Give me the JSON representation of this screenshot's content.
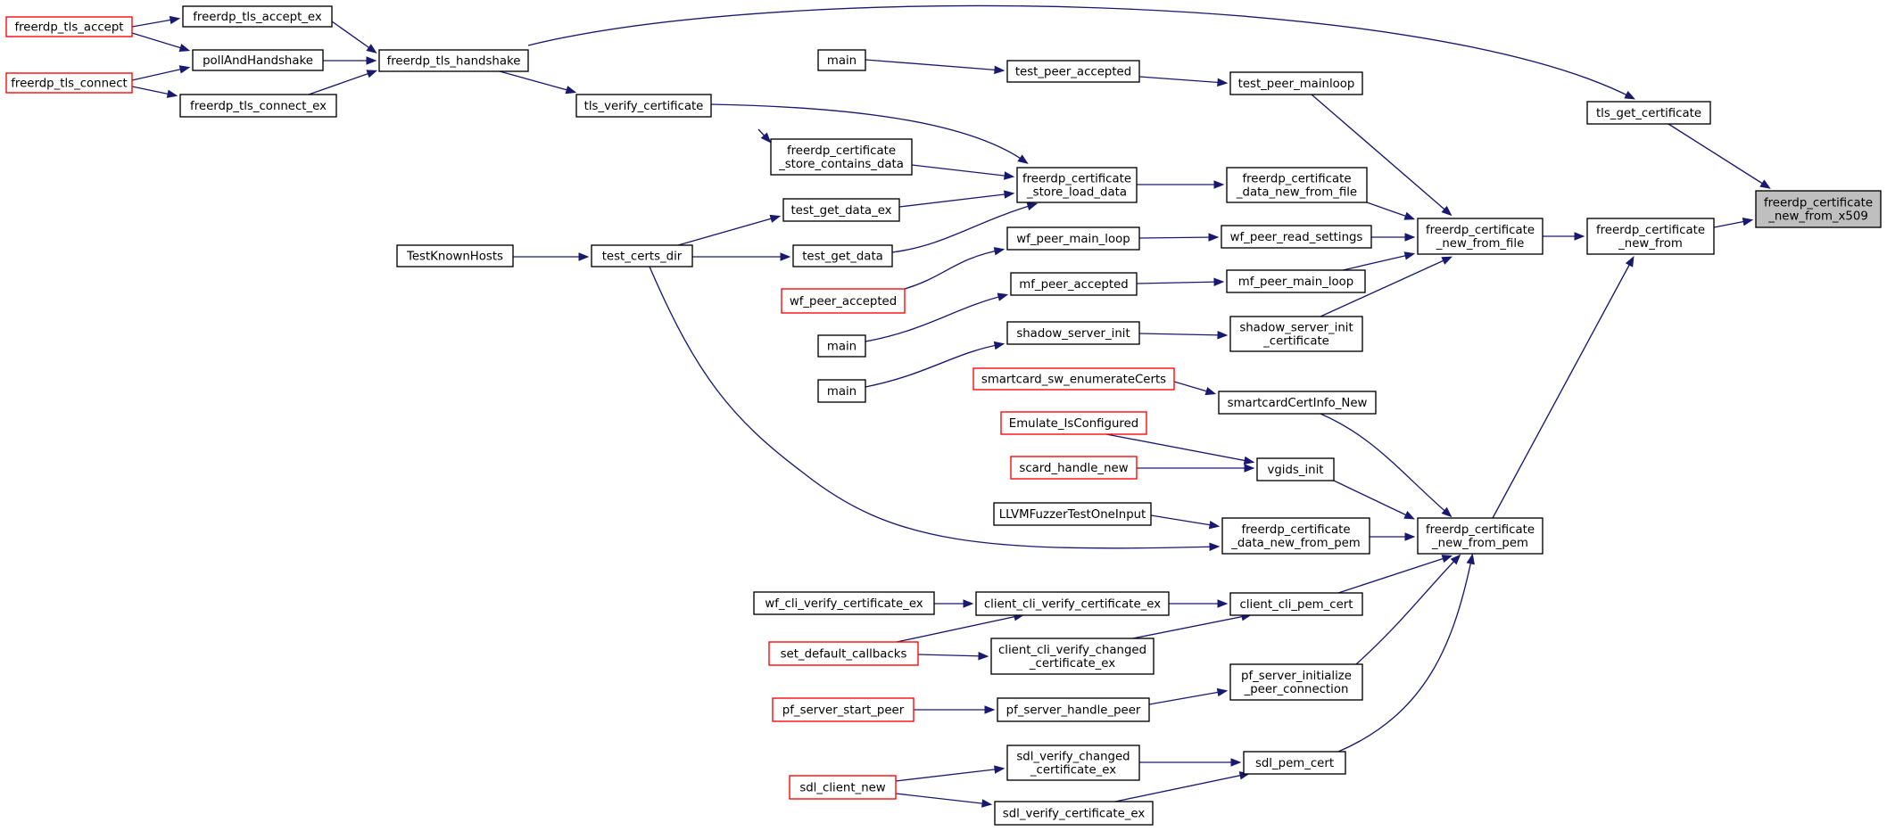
{
  "colors": {
    "edge": "#191970",
    "truncated_border": "#ff0000",
    "normal_border": "#000000",
    "focus_fill": "#bfbfbf",
    "background": "#ffffff"
  },
  "nodes": [
    {
      "id": "n_tls_accept",
      "lines": [
        "freerdp_tls_accept"
      ],
      "truncated": true
    },
    {
      "id": "n_tls_connect",
      "lines": [
        "freerdp_tls_connect"
      ],
      "truncated": true
    },
    {
      "id": "n_tls_accept_ex",
      "lines": [
        "freerdp_tls_accept_ex"
      ]
    },
    {
      "id": "n_pollandhandshake",
      "lines": [
        "pollAndHandshake"
      ]
    },
    {
      "id": "n_tls_connect_ex",
      "lines": [
        "freerdp_tls_connect_ex"
      ]
    },
    {
      "id": "n_tls_handshake",
      "lines": [
        "freerdp_tls_handshake"
      ]
    },
    {
      "id": "n_tls_verify_cert",
      "lines": [
        "tls_verify_certificate"
      ]
    },
    {
      "id": "n_main1",
      "lines": [
        "main"
      ]
    },
    {
      "id": "n_test_peer_accepted",
      "lines": [
        "test_peer_accepted"
      ]
    },
    {
      "id": "n_test_peer_mainloop",
      "lines": [
        "test_peer_mainloop"
      ]
    },
    {
      "id": "n_tls_get_certificate",
      "lines": [
        "tls_get_certificate"
      ]
    },
    {
      "id": "n_store_contains",
      "lines": [
        "freerdp_certificate",
        "_store_contains_data"
      ]
    },
    {
      "id": "n_store_load",
      "lines": [
        "freerdp_certificate",
        "_store_load_data"
      ]
    },
    {
      "id": "n_data_new_from_file",
      "lines": [
        "freerdp_certificate",
        "_data_new_from_file"
      ]
    },
    {
      "id": "n_test_get_data_ex",
      "lines": [
        "test_get_data_ex"
      ]
    },
    {
      "id": "n_testknownhosts",
      "lines": [
        "TestKnownHosts"
      ]
    },
    {
      "id": "n_test_certs_dir",
      "lines": [
        "test_certs_dir"
      ]
    },
    {
      "id": "n_test_get_data",
      "lines": [
        "test_get_data"
      ]
    },
    {
      "id": "n_wf_peer_main_loop",
      "lines": [
        "wf_peer_main_loop"
      ]
    },
    {
      "id": "n_wf_peer_read_settings",
      "lines": [
        "wf_peer_read_settings"
      ]
    },
    {
      "id": "n_new_from_file",
      "lines": [
        "freerdp_certificate",
        "_new_from_file"
      ]
    },
    {
      "id": "n_new_from",
      "lines": [
        "freerdp_certificate",
        "_new_from"
      ]
    },
    {
      "id": "n_new_from_x509",
      "lines": [
        "freerdp_certificate",
        "_new_from_x509"
      ],
      "focus": true
    },
    {
      "id": "n_wf_peer_accepted",
      "lines": [
        "wf_peer_accepted"
      ],
      "truncated": true
    },
    {
      "id": "n_mf_peer_accepted",
      "lines": [
        "mf_peer_accepted"
      ]
    },
    {
      "id": "n_mf_peer_main_loop",
      "lines": [
        "mf_peer_main_loop"
      ]
    },
    {
      "id": "n_main2",
      "lines": [
        "main"
      ]
    },
    {
      "id": "n_shadow_server_init",
      "lines": [
        "shadow_server_init"
      ]
    },
    {
      "id": "n_shadow_server_init_cert",
      "lines": [
        "shadow_server_init",
        "_certificate"
      ]
    },
    {
      "id": "n_main3",
      "lines": [
        "main"
      ]
    },
    {
      "id": "n_smartcard_sw_enum",
      "lines": [
        "smartcard_sw_enumerateCerts"
      ],
      "truncated": true
    },
    {
      "id": "n_smartcardcertinfo_new",
      "lines": [
        "smartcardCertInfo_New"
      ]
    },
    {
      "id": "n_emulate_isconfigured",
      "lines": [
        "Emulate_IsConfigured"
      ],
      "truncated": true
    },
    {
      "id": "n_scard_handle_new",
      "lines": [
        "scard_handle_new"
      ],
      "truncated": true
    },
    {
      "id": "n_vgids_init",
      "lines": [
        "vgids_init"
      ]
    },
    {
      "id": "n_llvmfuzzer",
      "lines": [
        "LLVMFuzzerTestOneInput"
      ]
    },
    {
      "id": "n_data_new_from_pem",
      "lines": [
        "freerdp_certificate",
        "_data_new_from_pem"
      ]
    },
    {
      "id": "n_new_from_pem",
      "lines": [
        "freerdp_certificate",
        "_new_from_pem"
      ]
    },
    {
      "id": "n_wf_cli_verify_cert_ex",
      "lines": [
        "wf_cli_verify_certificate_ex"
      ]
    },
    {
      "id": "n_client_cli_verify_cert_ex",
      "lines": [
        "client_cli_verify_certificate_ex"
      ]
    },
    {
      "id": "n_client_cli_pem_cert",
      "lines": [
        "client_cli_pem_cert"
      ]
    },
    {
      "id": "n_set_default_callbacks",
      "lines": [
        "set_default_callbacks"
      ],
      "truncated": true
    },
    {
      "id": "n_client_cli_verify_changed",
      "lines": [
        "client_cli_verify_changed",
        "_certificate_ex"
      ]
    },
    {
      "id": "n_pf_server_start_peer",
      "lines": [
        "pf_server_start_peer"
      ],
      "truncated": true
    },
    {
      "id": "n_pf_server_handle_peer",
      "lines": [
        "pf_server_handle_peer"
      ]
    },
    {
      "id": "n_pf_server_init_peer_conn",
      "lines": [
        "pf_server_initialize",
        "_peer_connection"
      ]
    },
    {
      "id": "n_sdl_verify_changed",
      "lines": [
        "sdl_verify_changed",
        "_certificate_ex"
      ]
    },
    {
      "id": "n_sdl_pem_cert",
      "lines": [
        "sdl_pem_cert"
      ]
    },
    {
      "id": "n_sdl_client_new",
      "lines": [
        "sdl_client_new"
      ],
      "truncated": true
    },
    {
      "id": "n_sdl_verify_cert_ex",
      "lines": [
        "sdl_verify_certificate_ex"
      ]
    }
  ]
}
